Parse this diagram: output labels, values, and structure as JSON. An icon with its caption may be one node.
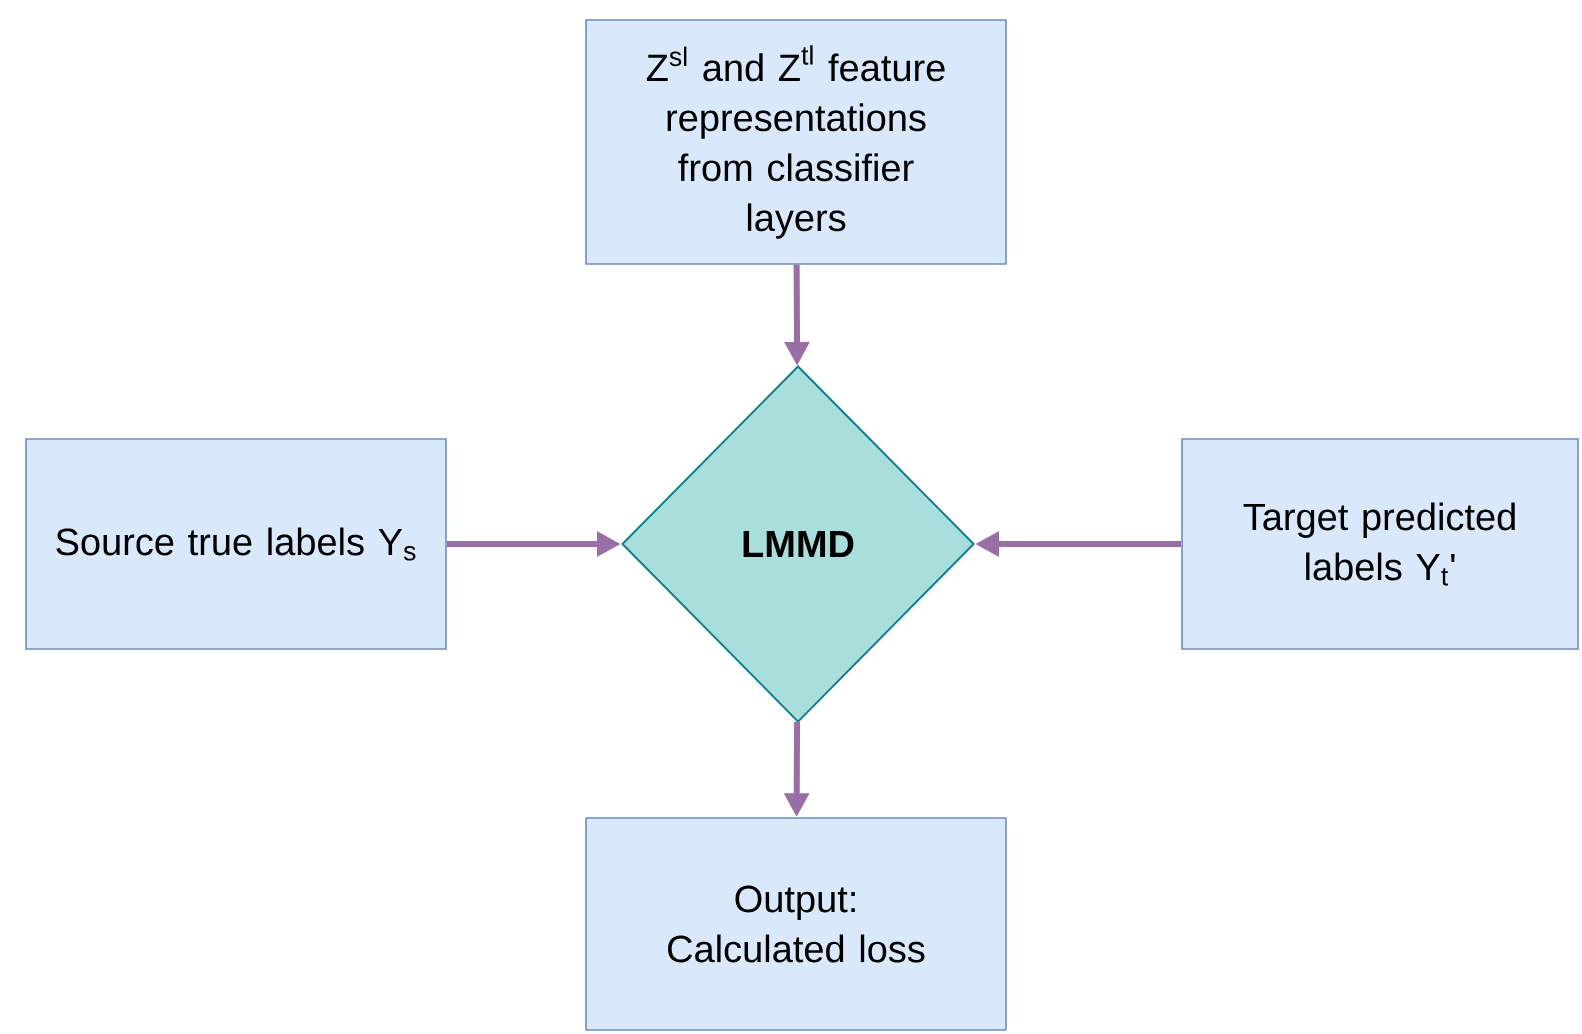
{
  "diagram": {
    "nodes": [
      {
        "text": [
          "\\text{Z}^{\\text{sl}}\\text{ and Z}^{\\text{tl}}\\text{ feature}",
          "representations from classifier layers"
        ]
      },
      {
        "text": [
          "Source true labels Y$_{s}$"
        ]
      },
      {
        "text": [
          "LMMD"
        ]
      },
      {
        "text": [
          "Target predicted labels Y$_{t}$'"
        ]
      },
      {
        "text": [
          "Output: Calculated loss"
        ]
      }
    ],
    "edges": [
      {
        "from": 0,
        "to": 2,
        "arrow": "to"
      },
      {
        "from": 1,
        "to": 2,
        "arrow": "to"
      },
      {
        "from": 3,
        "to": 2,
        "arrow": "to"
      },
      {
        "from": 2,
        "to": 4,
        "arrow": "to"
      }
    ]
  }
}
